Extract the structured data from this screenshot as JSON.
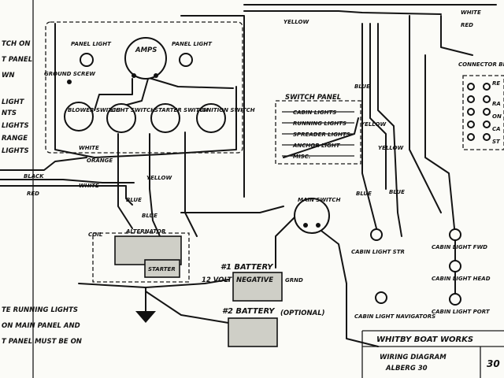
{
  "labels": {
    "left_1": "TCH ON",
    "left_2": "T PANEL",
    "left_3": "WN",
    "left_4": "LIGHT",
    "left_5": "NTS",
    "left_6": "LIGHTS",
    "left_7": "RANGE",
    "left_8": "LIGHTS",
    "left_bottom_1": "TE RUNNING LIGHTS",
    "left_bottom_2": "ON MAIN PANEL AND",
    "left_bottom_3": "T PANEL MUST BE ON",
    "panel_light_left": "PANEL LIGHT",
    "panel_light_right": "PANEL LIGHT",
    "amps": "AMPS",
    "ground_screw": "GROUND SCREW",
    "blower_switch": "BLOWER SWITCH",
    "light_switch": "LIGHT SWITCH",
    "starter_switch": "STARTER SWITCH",
    "ignition_switch": "IGNITION SWITCH",
    "switch_panel": "SWITCH PANEL",
    "sp_1": "CABIN LIGHTS",
    "sp_2": "RUNNING LIGHTS",
    "sp_3": "SPREADER LIGHTS",
    "sp_4": "ANCHOR LIGHT",
    "sp_5": "MISC.",
    "main_switch": "MAIN SWITCH",
    "coil": "COIL",
    "alternator": "ALTERNATOR",
    "starter": "STARTER",
    "battery1": "#1 BATTERY",
    "volt12": "12 VOLT",
    "negative": "NEGATIVE",
    "grnd": "GRND",
    "battery2": "#2 BATTERY",
    "optional": "(OPTIONAL)",
    "cabin_light_str": "CABIN LIGHT STR",
    "cabin_light_navigators": "CABIN LIGHT NAVIGATORS",
    "cabin_light_fwd": "CABIN LIGHT FWD",
    "cabin_light_head": "CABIN LIGHT HEAD",
    "cabin_light_port": "CABIN LIGHT PORT",
    "connector_block": "CONNECTOR BLOCK",
    "white_top": "WHITE",
    "red_top": "RED",
    "yellow_top": "YELLOW",
    "blue_1": "BLUE",
    "yellow_2": "YELLOW",
    "yellow_3": "YELLOW",
    "blue_2": "BLUE",
    "blue_3": "BLUE",
    "white_mid": "WHITE",
    "orange": "ORANGE",
    "black": "BLACK",
    "red_left": "RED",
    "white_left": "WHITE",
    "blue_v": "BLUE",
    "yellow_v": "YELLOW",
    "blue_v2": "BLUE",
    "right_1": "RE",
    "right_2": "RA",
    "right_3": "ON",
    "right_4": "CA",
    "right_5": "ST",
    "title_company": "WHITBY BOAT WORKS",
    "title_doc": "WIRING DIAGRAM",
    "title_model": "ALBERG 30",
    "title_num": "30"
  }
}
